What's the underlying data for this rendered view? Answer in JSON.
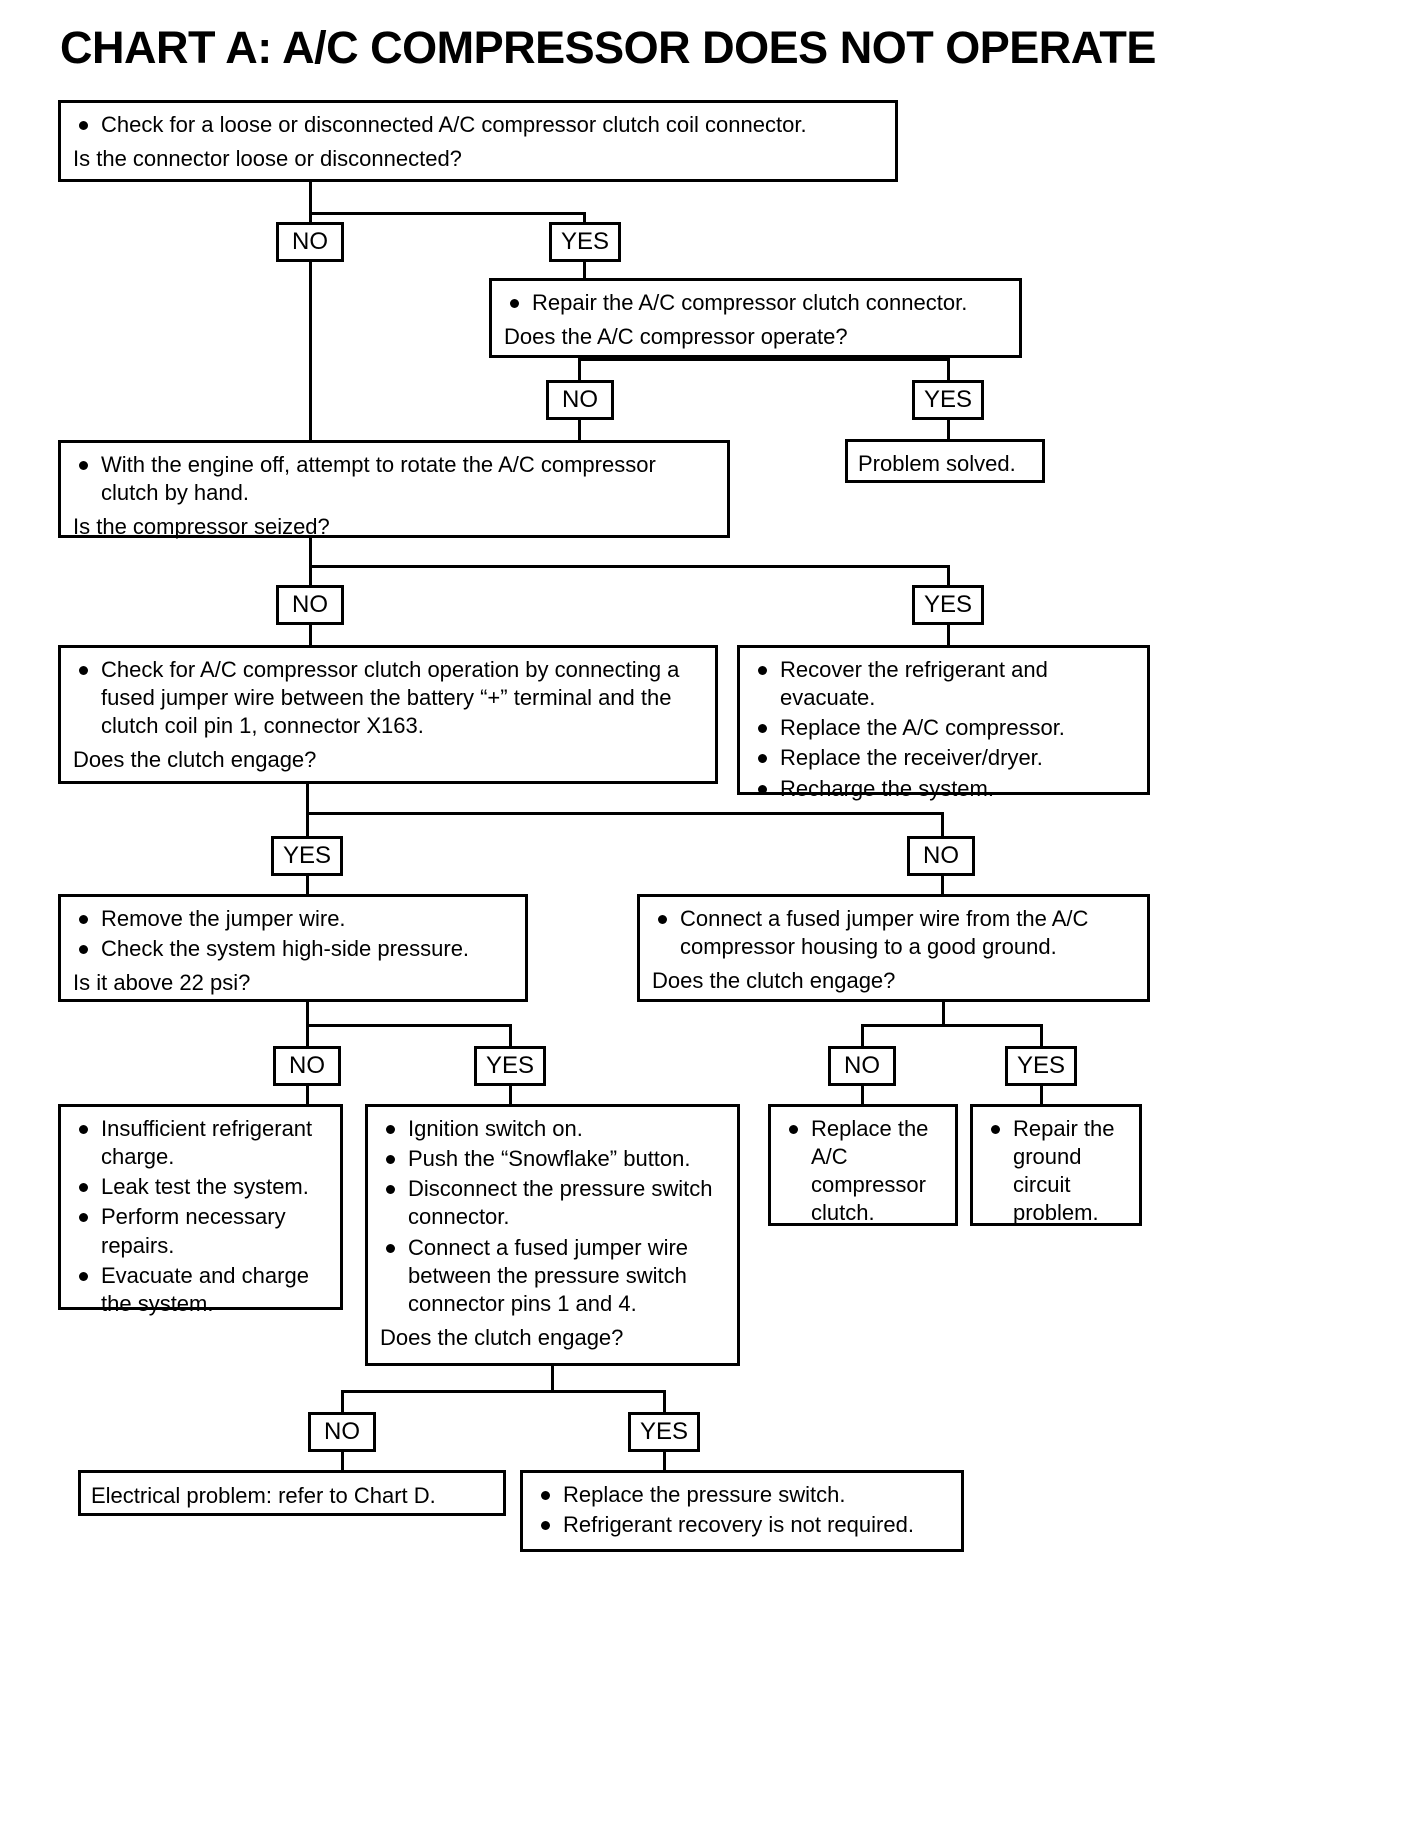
{
  "title": "CHART A: A/C COMPRESSOR DOES NOT OPERATE",
  "labels": {
    "yes": "YES",
    "no": "NO"
  },
  "nodes": {
    "n1": {
      "bullets": [
        "Check for a loose or disconnected A/C compressor clutch coil connector."
      ],
      "question": "Is the connector loose or disconnected?"
    },
    "n2": {
      "bullets": [
        "Repair the A/C compressor clutch connector."
      ],
      "question": "Does the A/C compressor operate?"
    },
    "n3": {
      "bullets": [],
      "question": "Problem solved."
    },
    "n4": {
      "bullets": [
        "With the engine off, attempt to rotate the A/C compressor clutch by hand."
      ],
      "question": "Is the compressor seized?"
    },
    "n5": {
      "bullets": [
        "Check for A/C compressor clutch operation by connecting a fused jumper wire between the battery “+” terminal and the clutch coil pin 1, connector X163."
      ],
      "question": "Does the clutch engage?"
    },
    "n6": {
      "bullets": [
        "Recover the refrigerant and evacuate.",
        "Replace the A/C compressor.",
        "Replace the receiver/dryer.",
        "Recharge the system."
      ],
      "question": ""
    },
    "n7": {
      "bullets": [
        "Remove the jumper wire.",
        "Check the system high-side pressure."
      ],
      "question": "Is it above 22 psi?"
    },
    "n8": {
      "bullets": [
        "Connect a fused jumper wire from the A/C compressor housing to a good ground."
      ],
      "question": "Does the clutch engage?"
    },
    "n9": {
      "bullets": [
        "Insufficient refrigerant charge.",
        "Leak test the system.",
        "Perform necessary repairs.",
        "Evacuate and charge the system."
      ],
      "question": ""
    },
    "n10": {
      "bullets": [
        "Ignition switch on.",
        "Push the “Snowflake” button.",
        "Disconnect the pressure switch connector.",
        "Connect a fused jumper wire between the pressure switch connector pins 1 and 4."
      ],
      "question": "Does the clutch engage?"
    },
    "n11": {
      "bullets": [
        "Replace the A/C compressor clutch."
      ],
      "question": ""
    },
    "n12": {
      "bullets": [
        "Repair the ground circuit problem."
      ],
      "question": ""
    },
    "n13": {
      "bullets": [],
      "question": "Electrical problem: refer to Chart D."
    },
    "n14": {
      "bullets": [
        "Replace the pressure switch.",
        "Refrigerant recovery is not required."
      ],
      "question": ""
    }
  },
  "branch_labels": {
    "b1_no": "NO",
    "b1_yes": "YES",
    "b2_no": "NO",
    "b2_yes": "YES",
    "b4_no": "NO",
    "b4_yes": "YES",
    "b5_yes": "YES",
    "b5_no": "NO",
    "b7_no": "NO",
    "b7_yes": "YES",
    "b8_no": "NO",
    "b8_yes": "YES",
    "b10_no": "NO",
    "b10_yes": "YES"
  }
}
